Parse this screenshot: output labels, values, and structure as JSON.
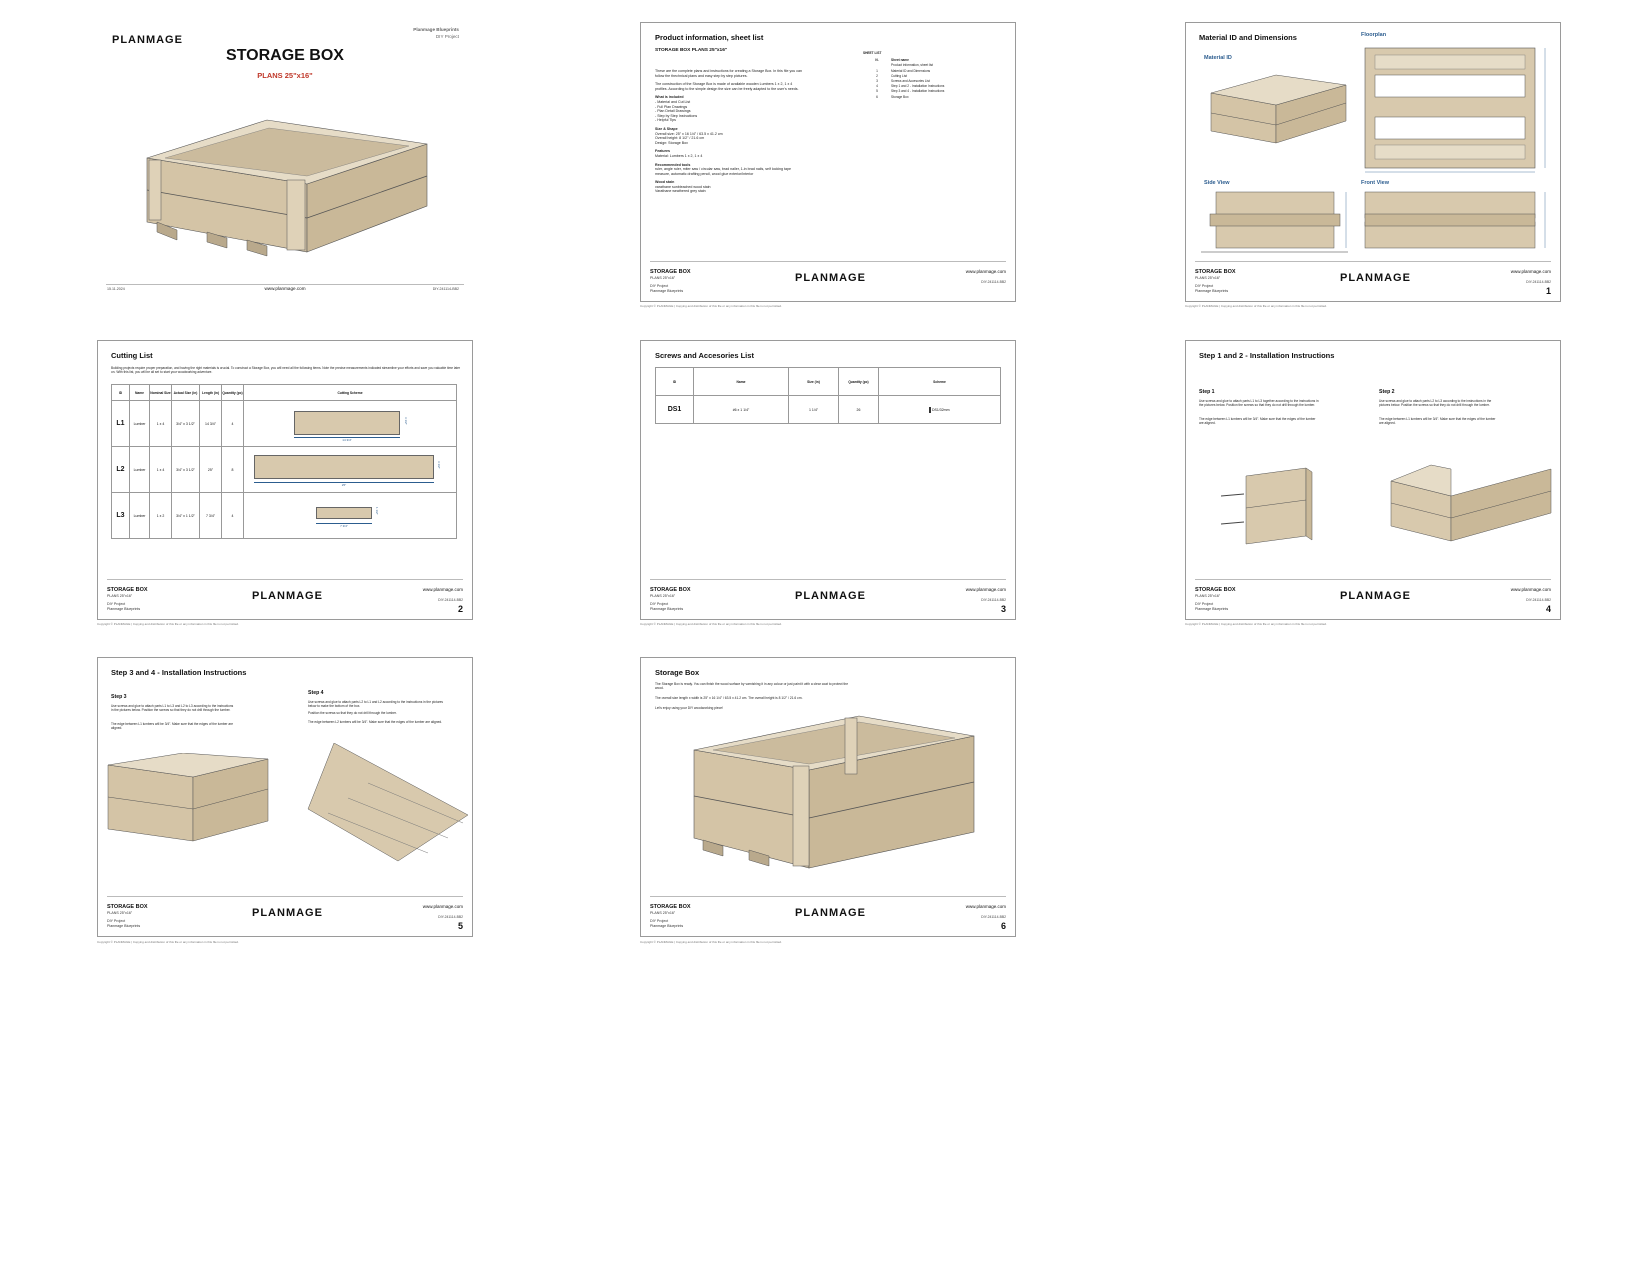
{
  "brand": "PLANMAGE",
  "footer": {
    "title": "STORAGE BOX",
    "subtitle": "PLANS 25\"x16\"",
    "line1": "DIY Project",
    "line2": "Planmage Blueprints",
    "url": "www.planmage.com",
    "code": "DIY-241114-BB2",
    "copyright": "Copyright © PLANMAGE | Copying and distribution of this file or any information in this file is not permitted."
  },
  "cover": {
    "brand_line1": "Planmage Blueprints",
    "brand_line2": "DIY Project",
    "title": "STORAGE BOX",
    "plans": "PLANS 25\"x16\"",
    "date": "15.11.2024",
    "url": "www.planmage.com",
    "code": "DIY-241114-BB2"
  },
  "product": {
    "heading": "Product information, sheet list",
    "subheading": "STORAGE BOX PLANS 25\"x16\"",
    "intro1": "These are the complete plans and instructions for creating a Storage Box. In this file you can follow the thechnical plans and easy step by step pictures.",
    "intro2": "The construction of the Storage Box is made of available wooden Lumbers 1 x 2, 1 x 4 profiles. According to the simple design the size can be freely adapted to the user's needs.",
    "included_title": "What is included",
    "included": [
      "- Material and Cut List",
      "- Full Plan Drawings",
      "- Plan Detail Drawings",
      "- Step by Step Instructions",
      "- Helpful Tips"
    ],
    "size_title": "Size & Shape",
    "size": [
      "Overall size: 25\" x 16 1/4\" / 63.5 x 41.2 cm",
      "Overall height: 8 1/2\" / 21.6 cm",
      "Design: Storage Box"
    ],
    "features_title": "Features",
    "features": "Material: Lumbers 1 x 2, 1 x 4",
    "tools_title": "Recommended tools",
    "tools": "ruler, angle ruler, miter saw / circular saw, brad nailer, 1-in brad nails, self locking tape measure, automatic drafting pencil, wood glue exterior/interior",
    "stain_title": "Wood stain",
    "stain": [
      "varathane sunbleached wood stain",
      "Varathane weathered grey stain"
    ],
    "sheet_list_title": "SHEET LIST",
    "sheet_list_header": [
      "N.",
      "Sheet name"
    ],
    "sheets": [
      [
        "",
        "Product information, sheet list"
      ],
      [
        "1",
        "Material ID and Dimensions"
      ],
      [
        "2",
        "Cutting List"
      ],
      [
        "3",
        "Screws and Accesories List"
      ],
      [
        "4",
        "Step 1 and 2 - Installation Instructions"
      ],
      [
        "5",
        "Step 3 and 4 - Installation Instructions"
      ],
      [
        "6",
        "Storage Box"
      ]
    ]
  },
  "material": {
    "heading": "Material ID and Dimensions",
    "material_id": "Material ID",
    "floorplan": "Floorplan",
    "side_view": "Side View",
    "front_view": "Front View",
    "page_number": "1"
  },
  "cutting": {
    "heading": "Cutting List",
    "intro": "Building projects require proper preparation, and having the right materials is crucial. To construct a Storage Box, you will need all the following items. Note the precise measurements indicated streamline your efforts and save you valuable time later on. With this list, you will be all set to start your woodworking adventure.",
    "headers": [
      "ID",
      "Name",
      "Nominal Size",
      "Actual Size (in)",
      "Length (in)",
      "Quantity (pc)",
      "Cutting Scheme"
    ],
    "rows": [
      {
        "id": "L1",
        "name": "Lumber",
        "nominal": "1 x 4",
        "actual": "3/4\" x 3 1/2\"",
        "length": "14 3/4\"",
        "qty": "4",
        "dim_w": "14 3/4\"",
        "dim_h": "3 1/2\""
      },
      {
        "id": "L2",
        "name": "Lumber",
        "nominal": "1 x 4",
        "actual": "3/4\" x 3 1/2\"",
        "length": "25\"",
        "qty": "8",
        "dim_w": "25\"",
        "dim_h": "3 1/2\""
      },
      {
        "id": "L3",
        "name": "Lumber",
        "nominal": "1 x 2",
        "actual": "3/4\" x 1 1/2\"",
        "length": "7 3/4\"",
        "qty": "4",
        "dim_w": "7 3/4\"",
        "dim_h": "1 1/2\""
      }
    ],
    "page_number": "2"
  },
  "screws": {
    "heading": "Screws and Accesories List",
    "headers": [
      "ID",
      "Name",
      "Size (in)",
      "Quantity (pc)",
      "Scheme"
    ],
    "row": {
      "id": "DS1",
      "name": "#6 x 1 1/4\"",
      "size": "1 1/4\"",
      "qty": "26",
      "scheme": "DS1/32mm"
    },
    "page_number": "3"
  },
  "step12": {
    "heading": "Step 1 and 2 - Installation Instructions",
    "s1_title": "Step 1",
    "s1_text": "Use screws and glue to attach parts L1 to L3 together according to the instructions in the pictures below. Position the screws so that they do not drill through the lumber.",
    "s1_note": "The edge between L1 lumbers will be 3/4\". Make sure that the edges of the lumber are aligned.",
    "s2_title": "Step 2",
    "s2_text": "Use screws and glue to attach parts L2 to L3 according to the instructions in the pictures below. Position the screws so that they do not drill through the lumber.",
    "s2_note": "The edge between L1 lumbers will be 3/4\". Make sure that the edges of the lumber are aligned.",
    "page_number": "4"
  },
  "step34": {
    "heading": "Step 3 and 4 - Installation Instructions",
    "s3_title": "Step 3",
    "s3_text": "Use screws and glue to attach parts L1 to L3 and L2 to L3 according to the instructions in the pictures below. Position the screws so that they do not drill through the lumber.",
    "s3_note": "The edge between L1 lumbers will be 3/4\". Make sure that the edges of the lumber are aligned.",
    "s4_title": "Step 4",
    "s4_text": "Use screws and glue to attach parts L2 to L1 and L2 according to the instructions in the pictures below to make the bottom of the box.",
    "s4_text2": "Position the screws so that they do not drill through the lumber.",
    "s4_note": "The edge between L2 lumbers will be 3/4\". Make sure that the edges of the lumber are aligned.",
    "page_number": "5"
  },
  "final": {
    "heading": "Storage Box",
    "p1": "The Storage Box is ready. You can finish the wood surface by varnishing it in any colour or just paint it with a clear coat to protect the wood.",
    "p2": "The overall size length x width is 25\" x 16 1/4\" / 63.5 x 41.2 cm. The overall height is 8 1/2\" / 21.6 cm.",
    "p3": "Let's enjoy using your DIY woodworking piece!",
    "page_number": "6"
  },
  "colors": {
    "wood": "#d8c9ad",
    "wood_dark": "#b9a98c",
    "wood_light": "#e6dcc7",
    "accent_red": "#c0392b",
    "accent_blue": "#2c5d8f"
  }
}
